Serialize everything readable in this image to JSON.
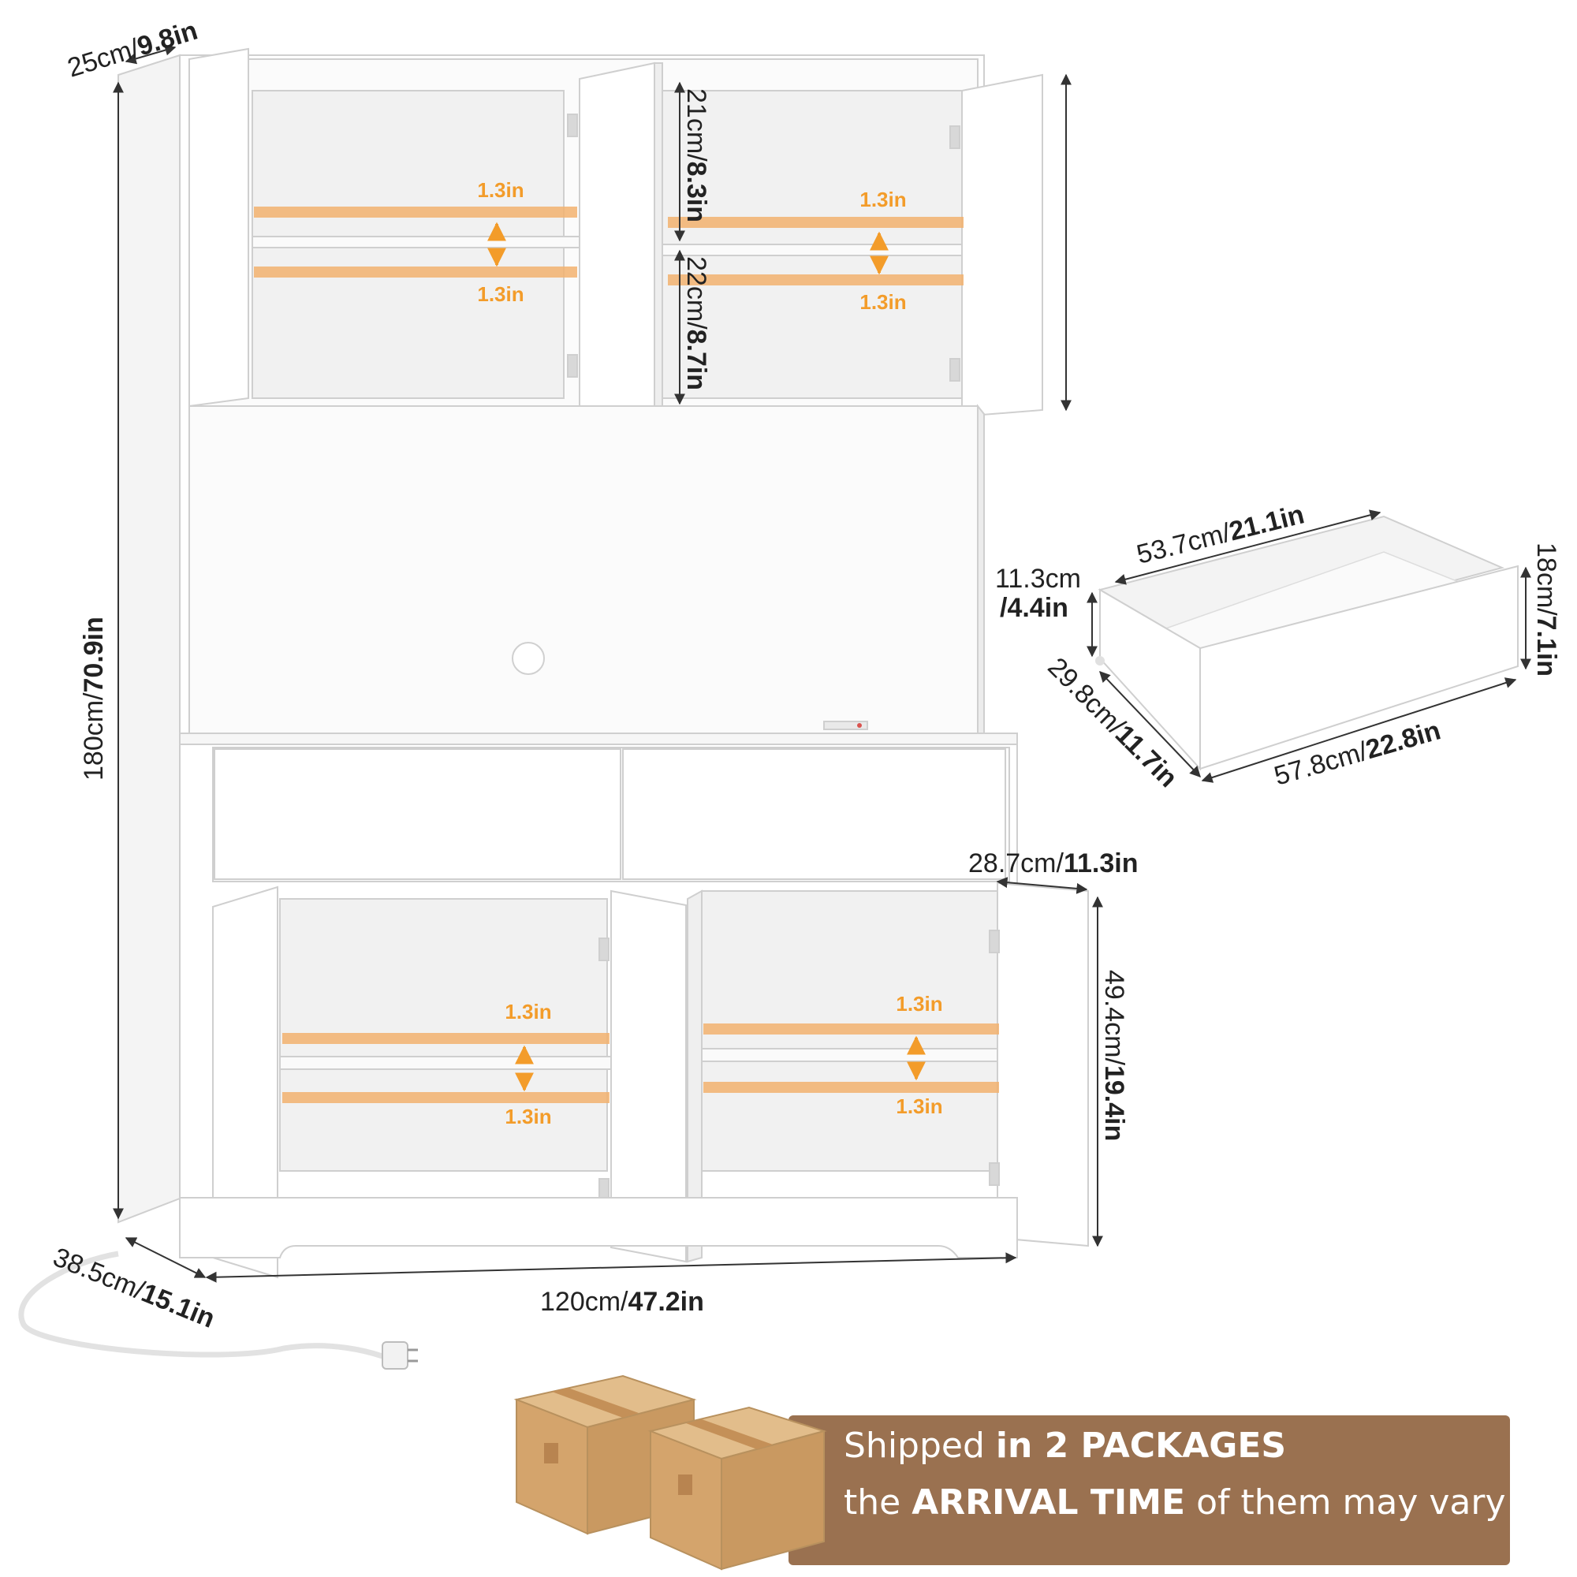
{
  "colors": {
    "accent": "#f39c2a",
    "shelf_marker": "#f2b26e",
    "banner_bg": "#9a7150",
    "box": "#d9b07a",
    "dimension_text": "#222222",
    "cabinet_edge": "#cfcfcf"
  },
  "icons": [
    "power-plug-icon",
    "shelf-adjust-arrow-icon",
    "cardboard-box-icon"
  ],
  "dimensions": {
    "depth_top": {
      "cm": "25cm/",
      "in": "9.8in"
    },
    "height_total": {
      "cm": "180cm/",
      "in": "70.9in"
    },
    "depth_bottom": {
      "cm": "38.5cm/",
      "in": "15.1in"
    },
    "width_total": {
      "cm": "120cm/",
      "in": "47.2in"
    },
    "upper_shelf_top": {
      "cm": "21cm/",
      "in": "8.3in"
    },
    "upper_shelf_bottom": {
      "cm": "22cm/",
      "in": "8.7in"
    },
    "lower_door_width": {
      "cm": "28.7cm/",
      "in": "11.3in"
    },
    "lower_cabinet_height": {
      "cm": "49.4cm/",
      "in": "19.4in"
    }
  },
  "shelf_adjust": {
    "label": "1.3in"
  },
  "drawer": {
    "inner_width": {
      "cm": "53.7cm/",
      "in": "21.1in"
    },
    "inner_height": {
      "cm": "11.3cm",
      "in": "/4.4in"
    },
    "outer_height": {
      "cm": "18cm/",
      "in": "7.1in"
    },
    "depth": {
      "cm": "29.8cm/",
      "in": "11.7in"
    },
    "outer_width": {
      "cm": "57.8cm/",
      "in": "22.8in"
    }
  },
  "banner": {
    "line1_plain": "Shipped ",
    "line1_bold": "in 2 PACKAGES",
    "line2_plain_a": "the ",
    "line2_bold": "ARRIVAL TIME",
    "line2_plain_b": " of them may vary"
  }
}
